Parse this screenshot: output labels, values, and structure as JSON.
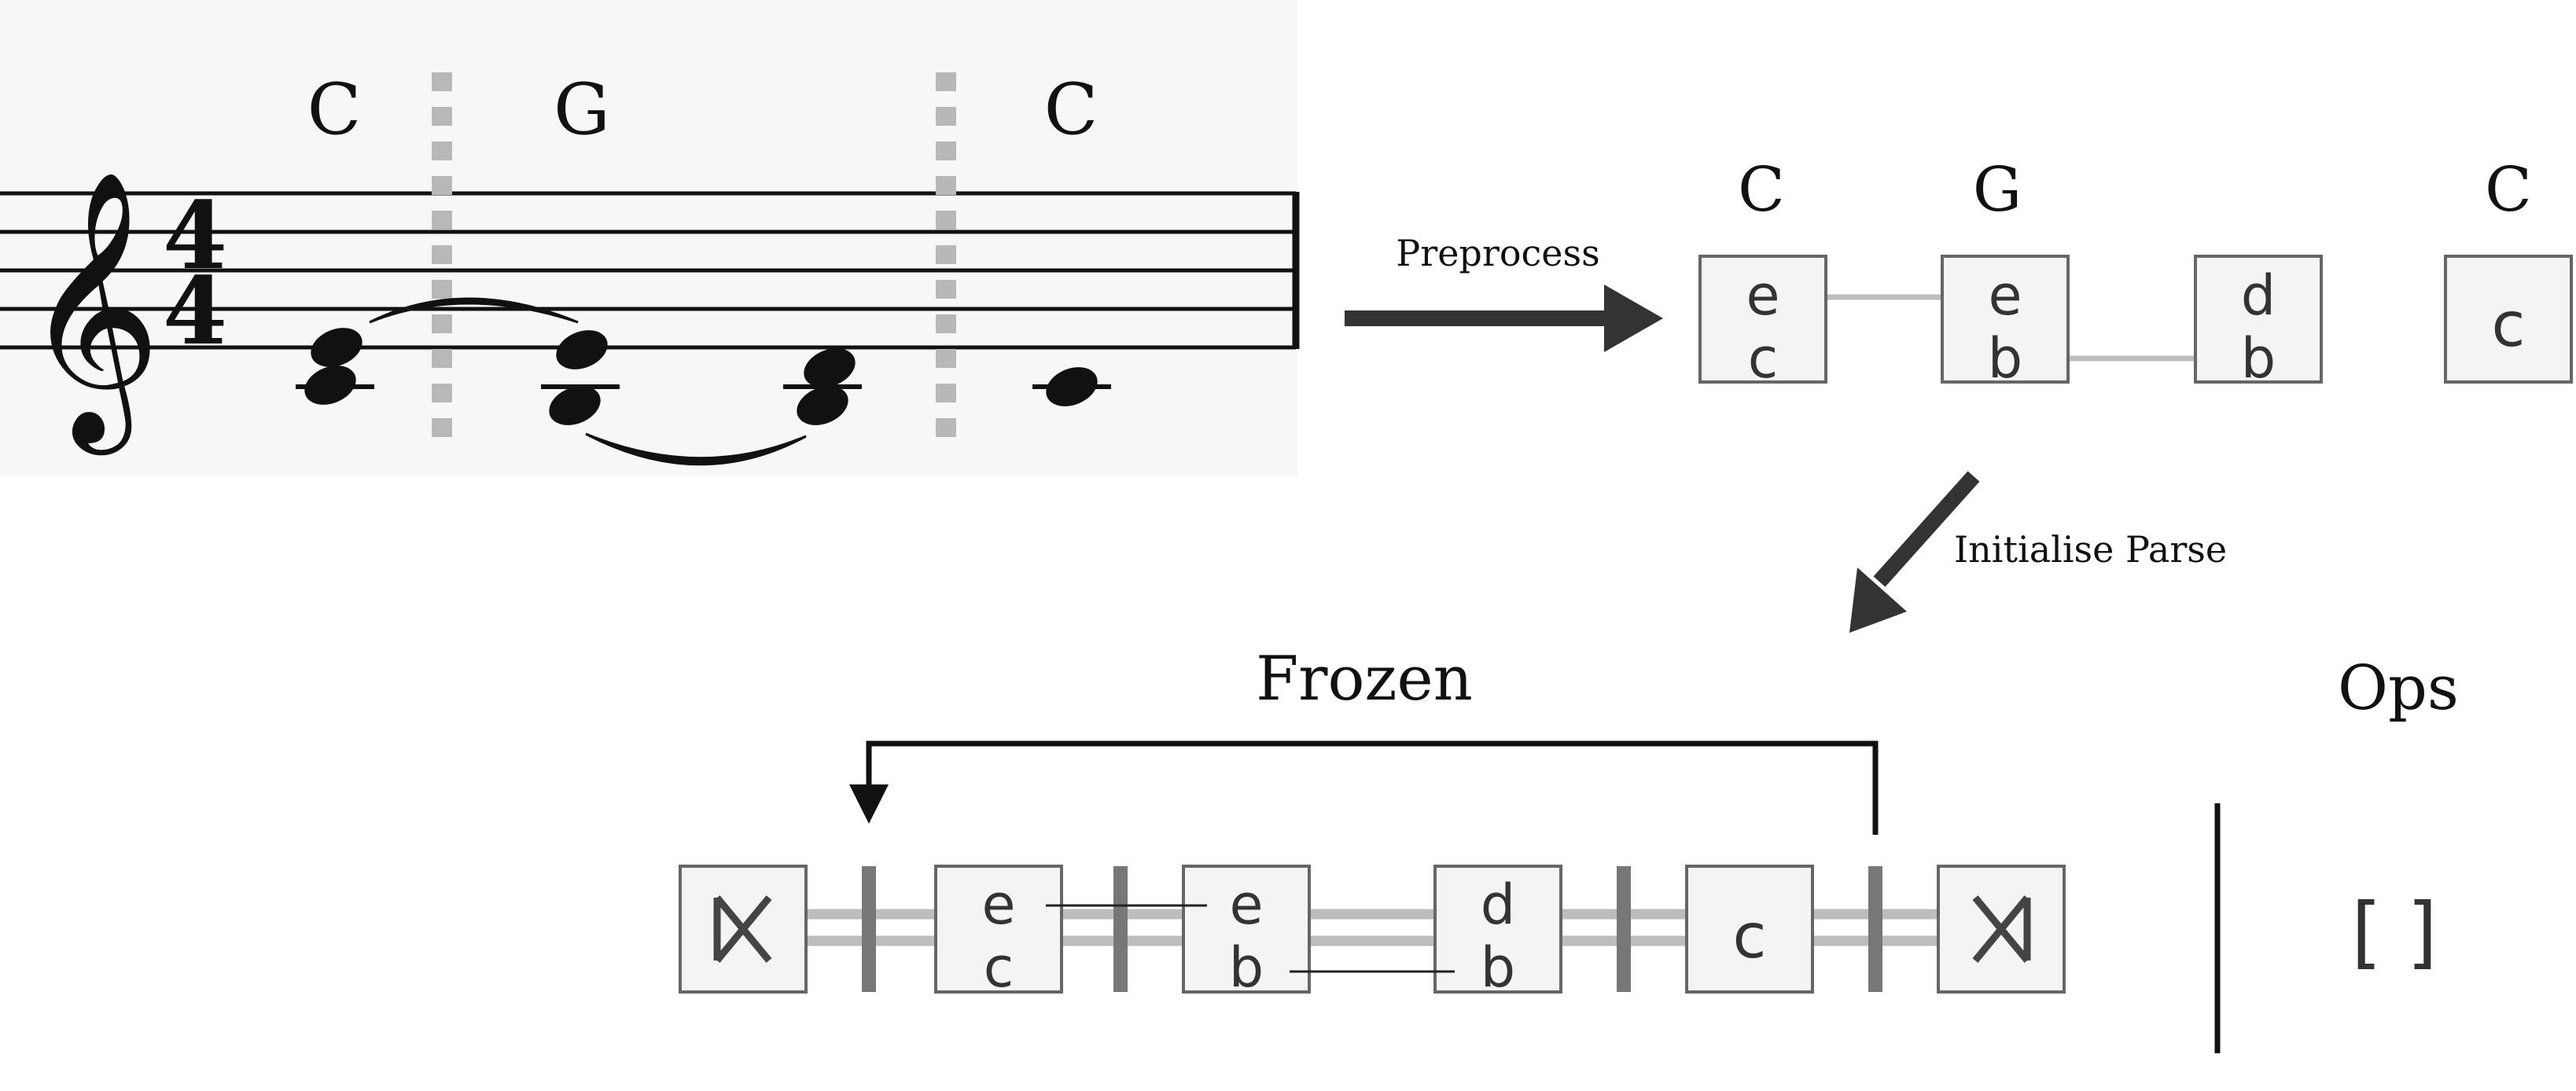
{
  "score": {
    "chord_symbols": [
      "C",
      "G",
      "C"
    ],
    "time_signature": {
      "numerator": "4",
      "denominator": "4"
    },
    "clef": "treble"
  },
  "preprocess": {
    "label": "Preprocess",
    "chord_symbols": [
      "C",
      "G",
      "C"
    ],
    "slices": [
      {
        "notes": [
          "e",
          "c"
        ]
      },
      {
        "notes": [
          "e",
          "b"
        ]
      },
      {
        "notes": [
          "d",
          "b"
        ]
      },
      {
        "notes": [
          "c"
        ]
      }
    ]
  },
  "initialise": {
    "label": "Initialise Parse"
  },
  "parse": {
    "frozen_label": "Frozen",
    "ops_label": "Ops",
    "ops_value": "[ ]",
    "slices": [
      {
        "notes": [
          "e",
          "c"
        ]
      },
      {
        "notes": [
          "e",
          "b"
        ]
      },
      {
        "notes": [
          "d",
          "b"
        ]
      },
      {
        "notes": [
          "c"
        ]
      }
    ]
  },
  "colors": {
    "box_fill": "#f4f4f4",
    "box_stroke": "#666666",
    "edge_light": "#bdbdbd",
    "edge_dark": "#777777",
    "arrow": "#333333",
    "score_bg": "#f7f7f7",
    "ink": "#111111"
  }
}
